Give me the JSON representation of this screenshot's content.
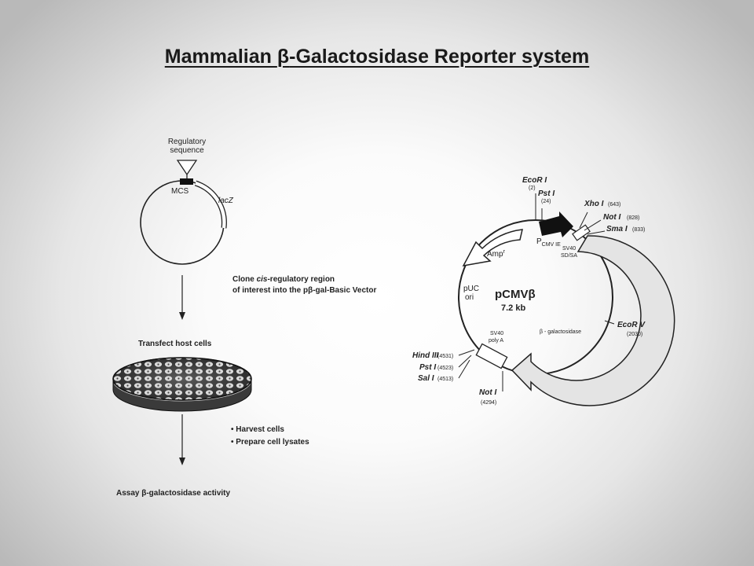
{
  "title": {
    "pre": "Mammalian ",
    "symbol": "β",
    "post": "-Galactosidase Reporter system"
  },
  "left_panel": {
    "reg_label_1": "Regulatory",
    "reg_label_2": "sequence",
    "mcs": "MCS",
    "lacz": "lacZ",
    "clone_1_a": "Clone ",
    "clone_1_italic": "cis",
    "clone_1_b": "-regulatory region",
    "clone_2": "of interest into the pβ-gal-Basic Vector",
    "transfect": "Transfect host cells",
    "harvest": "• Harvest cells",
    "prepare": "• Prepare cell lysates",
    "assay": "Assay β-galactosidase activity"
  },
  "plasmid": {
    "name": "pCMVβ",
    "size": "7.2 kb",
    "amp": "Amp",
    "amp_sup": "r",
    "puc_1": "pUC",
    "puc_2": "ori",
    "pcmv": "P",
    "pcmv_sub": "CMV IE",
    "sv40_sd_1": "SV40",
    "sv40_sd_2": "SD/SA",
    "sv40_polya_1": "SV40",
    "sv40_polya_2": "poly A",
    "bgal": "β - galactosidase",
    "sites": {
      "ecori_name": "EcoR I",
      "ecori_pos": "(2)",
      "psti_top_name": "Pst I",
      "psti_top_pos": "(24)",
      "xhoi_name": "Xho I",
      "xhoi_pos": "(643)",
      "noti_top_name": "Not I",
      "noti_top_pos": "(828)",
      "smai_name": "Sma I",
      "smai_pos": "(833)",
      "ecorv_name": "EcoR V",
      "ecorv_pos": "(2030)",
      "hindiii_name": "Hind III",
      "hindiii_pos": "(4531)",
      "psti_bot_name": "Pst I",
      "psti_bot_pos": "(4523)",
      "sali_name": "Sal I",
      "sali_pos": "(4513)",
      "noti_bot_name": "Not I",
      "noti_bot_pos": "(4294)"
    }
  }
}
